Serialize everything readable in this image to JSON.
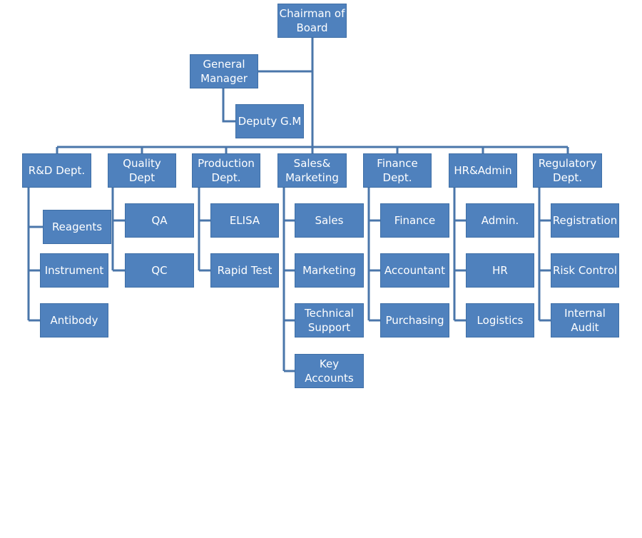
{
  "org_chart": {
    "top": {
      "chairman": "Chairman of\nBoard",
      "general_manager": "General\nManager",
      "deputy": "Deputy G.M"
    },
    "departments": {
      "rd": {
        "label": "R&D Dept.",
        "units": [
          "Reagents",
          "Instrument",
          "Antibody"
        ]
      },
      "quality": {
        "label": "Quality Dept",
        "units": [
          "QA",
          "QC"
        ]
      },
      "production": {
        "label": "Production\nDept.",
        "units": [
          "ELISA",
          "Rapid Test"
        ]
      },
      "sales": {
        "label": "Sales&\nMarketing",
        "units": [
          "Sales",
          "Marketing",
          "Technical\nSupport",
          "Key\nAccounts"
        ]
      },
      "finance": {
        "label": "Finance\nDept.",
        "units": [
          "Finance",
          "Accountant",
          "Purchasing"
        ]
      },
      "hr": {
        "label": "HR&Admin",
        "units": [
          "Admin.",
          "HR",
          "Logistics"
        ]
      },
      "regulatory": {
        "label": "Regulatory\nDept.",
        "units": [
          "Registration",
          "Risk Control",
          "Internal\nAudit"
        ]
      }
    },
    "colors": {
      "box_fill": "#4f81bd",
      "box_border": "#3f6fa6",
      "connector": "#4a76aa",
      "text": "#ffffff"
    }
  }
}
